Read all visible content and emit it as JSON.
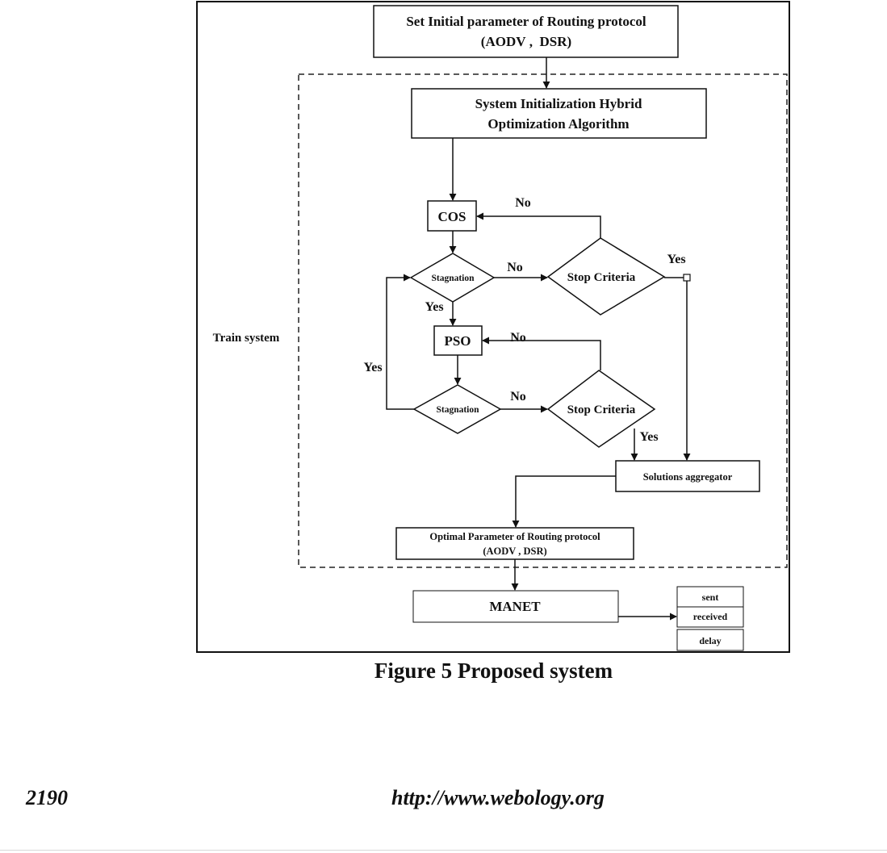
{
  "figure": {
    "train_system_label": "Train system",
    "nodes": {
      "set_initial_line1": "Set Initial parameter of Routing protocol",
      "set_initial_line2": "(AODV ,  DSR)",
      "system_init_line1": "System Initialization Hybrid",
      "system_init_line2": "Optimization Algorithm",
      "cos": "COS",
      "stagnation_1": "Stagnation",
      "stop_criteria_1": "Stop Criteria",
      "pso": "PSO",
      "stagnation_2": "Stagnation",
      "stop_criteria_2": "Stop Criteria",
      "aggregator": "Solutions aggregator",
      "optimal_line1": "Optimal Parameter of Routing protocol",
      "optimal_line2": "(AODV , DSR)",
      "manet": "MANET",
      "metric_sent": "sent",
      "metric_received": "received",
      "metric_delay": "delay"
    },
    "edge_labels": {
      "stop1_to_cos": "No",
      "stag1_to_stop1": "No",
      "stop1_to_aggregator": "Yes",
      "stag1_to_pso": "Yes",
      "stop2_to_pso": "No",
      "stag2_loop_back": "Yes",
      "stag2_to_stop2": "No",
      "stop2_to_aggregator": "Yes"
    }
  },
  "caption": "Figure 5 Proposed system",
  "footer": {
    "page_number": "2190",
    "url": "http://www.webology.org"
  }
}
